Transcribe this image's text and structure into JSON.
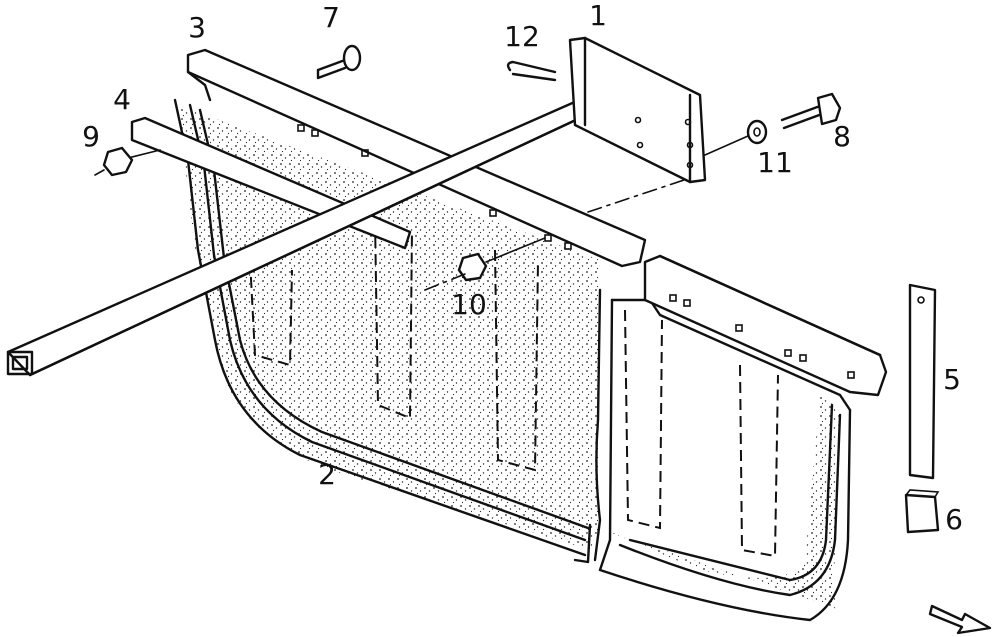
{
  "diagram": {
    "kind": "exploded-assembly-drawing",
    "callouts": [
      {
        "id": "c1",
        "label": "1"
      },
      {
        "id": "c2",
        "label": "2"
      },
      {
        "id": "c3",
        "label": "3"
      },
      {
        "id": "c4",
        "label": "4"
      },
      {
        "id": "c5",
        "label": "5"
      },
      {
        "id": "c6",
        "label": "6"
      },
      {
        "id": "c7",
        "label": "7"
      },
      {
        "id": "c8",
        "label": "8"
      },
      {
        "id": "c9",
        "label": "9"
      },
      {
        "id": "c10",
        "label": "10"
      },
      {
        "id": "c11",
        "label": "11"
      },
      {
        "id": "c12",
        "label": "12"
      }
    ],
    "ink_color": "#111111",
    "background": "#ffffff",
    "direction_arrow": "down-right-arrow-icon"
  }
}
